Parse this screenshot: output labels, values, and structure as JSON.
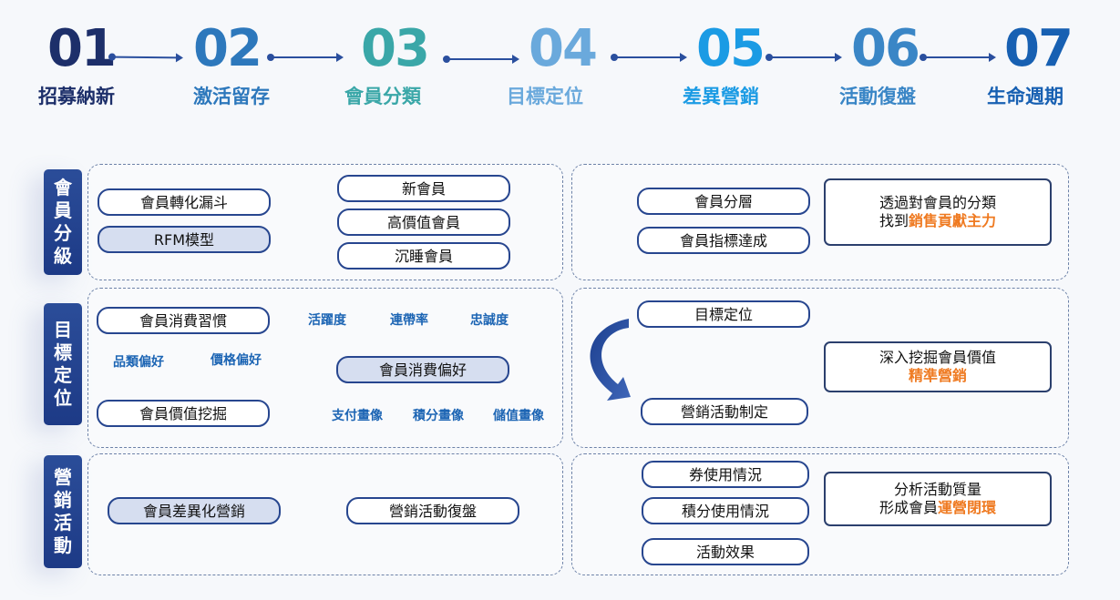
{
  "steps": [
    {
      "num": "01",
      "label": "招募納新",
      "color": "#1d2f6a"
    },
    {
      "num": "02",
      "label": "激活留存",
      "color": "#2d78bc"
    },
    {
      "num": "03",
      "label": "會員分類",
      "color": "#3aa7a8"
    },
    {
      "num": "04",
      "label": "目標定位",
      "color": "#6aa9dc"
    },
    {
      "num": "05",
      "label": "差異營銷",
      "color": "#1b9be4"
    },
    {
      "num": "06",
      "label": "活動復盤",
      "color": "#3a86c6"
    },
    {
      "num": "07",
      "label": "生命週期",
      "color": "#1760b2"
    }
  ],
  "rows": [
    {
      "tab": "會員分級",
      "left": {
        "pills": [
          "會員轉化漏斗",
          "RFM模型",
          "新會員",
          "高價值會員",
          "沉睡會員"
        ]
      },
      "right": {
        "pills": [
          "會員分層",
          "會員指標達成"
        ],
        "box_line1": "透過對會員的分類",
        "box_line2_prefix": "找到",
        "box_line2_highlight": "銷售貢獻主力"
      }
    },
    {
      "tab": "目標定位",
      "left": {
        "pills": [
          "會員消費習慣",
          "會員消費偏好",
          "會員價值挖掘"
        ],
        "keywords": [
          "活躍度",
          "連帶率",
          "忠誠度",
          "品類偏好",
          "價格偏好",
          "支付畫像",
          "積分畫像",
          "儲值畫像"
        ]
      },
      "right": {
        "pills": [
          "目標定位",
          "營銷活動制定"
        ],
        "box_line1": "深入挖掘會員價值",
        "box_line2_prefix": "",
        "box_line2_highlight": "精準營銷"
      }
    },
    {
      "tab": "營銷活動",
      "left": {
        "pills": [
          "會員差異化營銷",
          "營銷活動復盤"
        ]
      },
      "right": {
        "pills": [
          "券使用情況",
          "積分使用情況",
          "活動效果"
        ],
        "box_line1": "分析活動質量",
        "box_line2_prefix": "形成會員",
        "box_line2_highlight": "運營閉環"
      }
    }
  ],
  "colors": {
    "tab": "#1d3a86",
    "pill_border": "#27468f",
    "pill_fill": "#d6def0",
    "keyword": "#1d65b4",
    "highlight": "#ef7a21",
    "arrow": "#2a4f9e"
  }
}
